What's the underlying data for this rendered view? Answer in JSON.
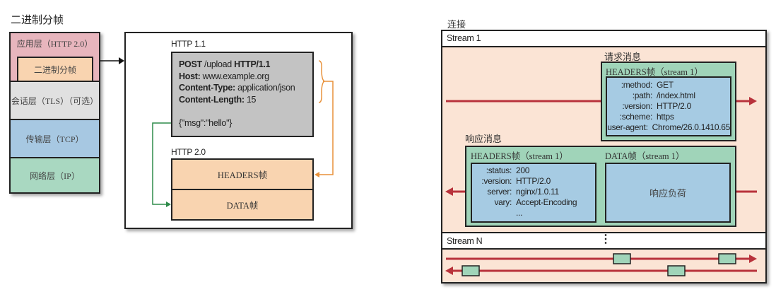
{
  "left": {
    "title": "二进制分帧",
    "layers": [
      "应用层（HTTP 2.0）",
      "二进制分帧",
      "会话层（TLS）（可选）",
      "传输层（TCP）",
      "网络层（IP）"
    ],
    "http11_label": "HTTP 1.1",
    "http11_lines": [
      {
        "k": "POST",
        "v": " /upload ",
        "k2": "HTTP/1.1"
      },
      {
        "k": "Host:",
        "v": " www.example.org"
      },
      {
        "k": "Content-Type:",
        "v": " application/json"
      },
      {
        "k": "Content-Length:",
        "v": " 15"
      }
    ],
    "http11_body": "{\"msg\":\"hello\"}",
    "http20_label": "HTTP 2.0",
    "headers_frame": "HEADERS帧",
    "data_frame": "DATA帧"
  },
  "right": {
    "title": "连接",
    "stream1": "Stream 1",
    "streamN": "Stream N",
    "dots": "⋮",
    "request_label": "请求消息",
    "request_frame_title": "HEADERS帧（stream 1）",
    "request_headers": [
      {
        "k": ":method:",
        "v": "GET"
      },
      {
        "k": ":path:",
        "v": "/index.html"
      },
      {
        "k": ":version:",
        "v": "HTTP/2.0"
      },
      {
        "k": ":scheme:",
        "v": "https"
      },
      {
        "k": "user-agent:",
        "v": "Chrome/26.0.1410.65"
      }
    ],
    "response_label": "响应消息",
    "response_headers_title": "HEADERS帧（stream 1）",
    "response_data_title": "DATA帧（stream 1）",
    "response_headers": [
      {
        "k": ":status:",
        "v": "200"
      },
      {
        "k": ":version:",
        "v": "HTTP/2.0"
      },
      {
        "k": "server:",
        "v": "nginx/1.0.11"
      },
      {
        "k": "vary:",
        "v": "Accept-Encoding"
      },
      {
        "k": "",
        "v": "..."
      }
    ],
    "response_payload": "响应负荷"
  },
  "colors": {
    "app": "#e7b5bd",
    "frame": "#f9d4b0",
    "tls": "#e0e0e0",
    "tcp": "#a7c8e2",
    "ip": "#a9d8c1",
    "red": "#b8323b",
    "green": "#a0d4b9",
    "blue": "#a6cbe3",
    "peach": "#fbe4d5",
    "orange": "#e8913a",
    "greenline": "#2e8b4a"
  }
}
